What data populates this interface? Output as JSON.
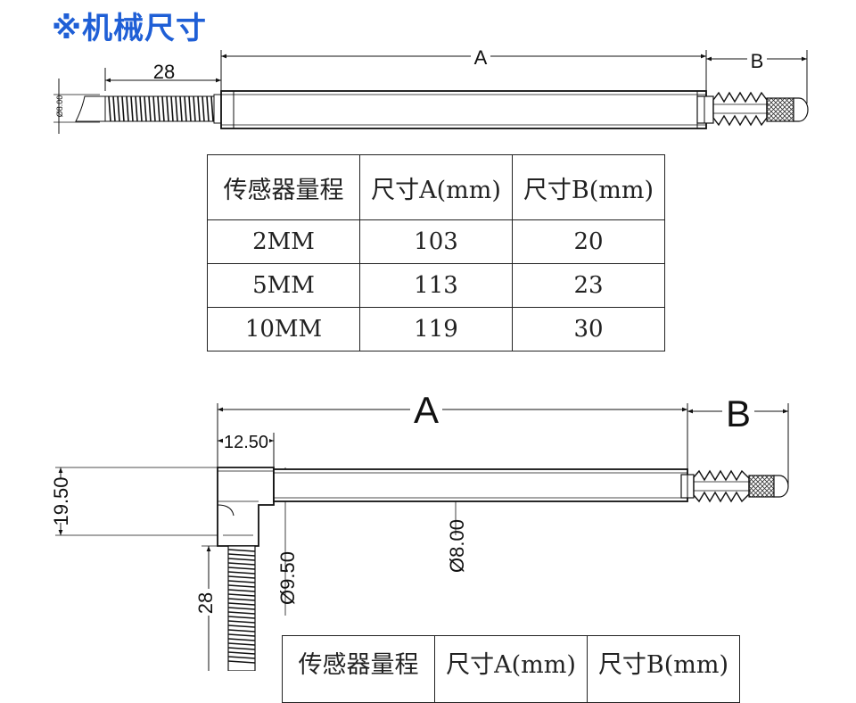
{
  "heading": "※机械尺寸",
  "drawing1": {
    "dim_a": "A",
    "dim_b": "B",
    "dim_cable": "28",
    "dim_dia": "Ø8.00"
  },
  "table1": {
    "headers": [
      "传感器量程",
      "尺寸A(mm)",
      "尺寸B(mm)"
    ],
    "rows": [
      [
        "2MM",
        "103",
        "20"
      ],
      [
        "5MM",
        "113",
        "23"
      ],
      [
        "10MM",
        "119",
        "30"
      ]
    ]
  },
  "drawing2": {
    "dim_a": "A",
    "dim_b": "B",
    "dim_head": "12.50",
    "dim_height": "19.50",
    "dim_body_dia": "Ø8.00",
    "dim_stem_dia": "Ø9.50",
    "dim_cable": "28"
  },
  "table2": {
    "headers": [
      "传感器量程",
      "尺寸A(mm)",
      "尺寸B(mm)"
    ]
  }
}
